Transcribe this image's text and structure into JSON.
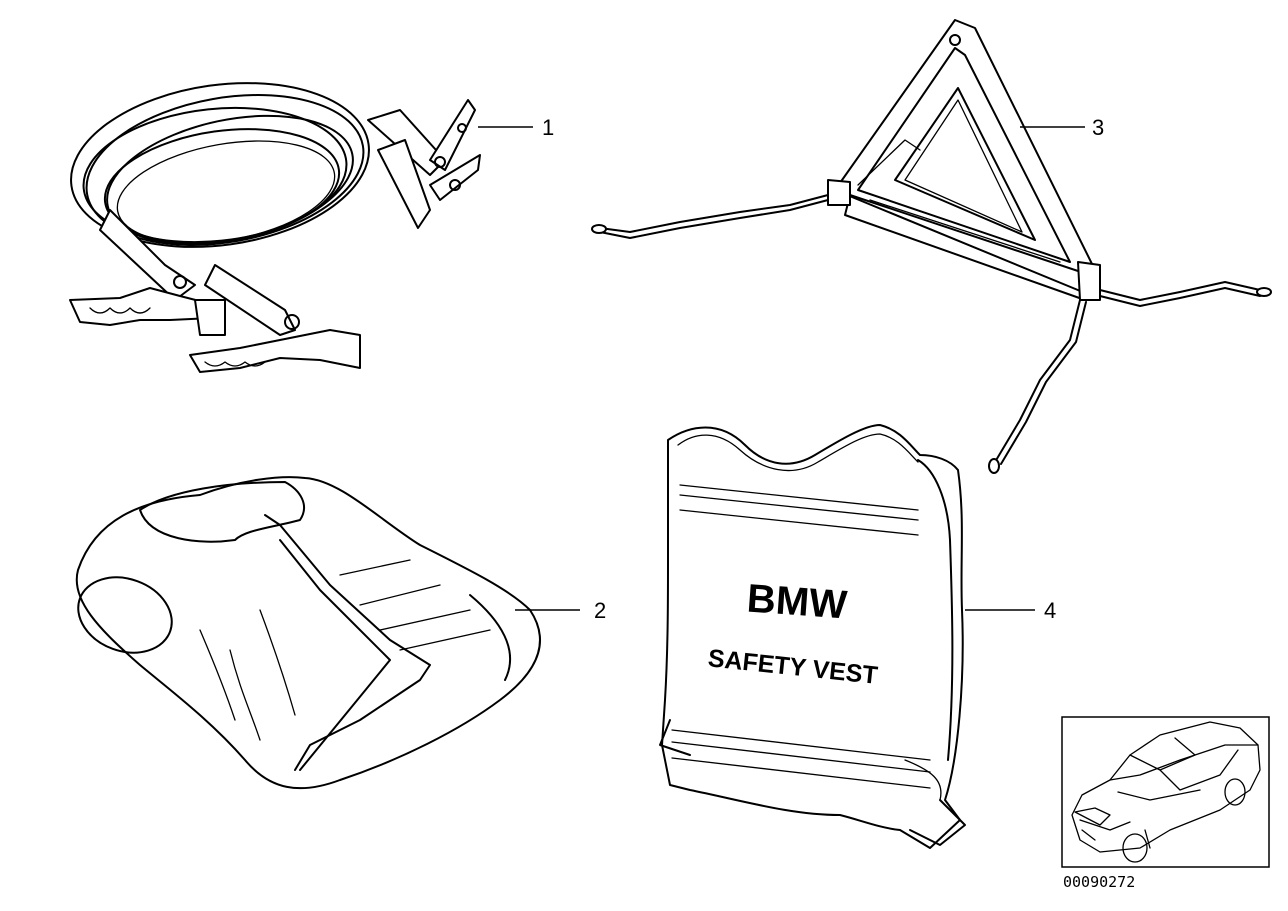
{
  "callouts": [
    "1",
    "2",
    "3",
    "4"
  ],
  "parts": {
    "jumper_cables_icon": "jumper-cables-icon",
    "safety_vest_folded_icon": "folded-safety-vest-icon",
    "warning_triangle_icon": "warning-triangle-icon",
    "safety_vest_icon": "safety-vest-icon",
    "car_thumbnail_icon": "car-thumbnail-icon"
  },
  "vest_print": {
    "brand": "BMW",
    "label": "SAFETY VEST"
  },
  "diagram_code": "00090272"
}
